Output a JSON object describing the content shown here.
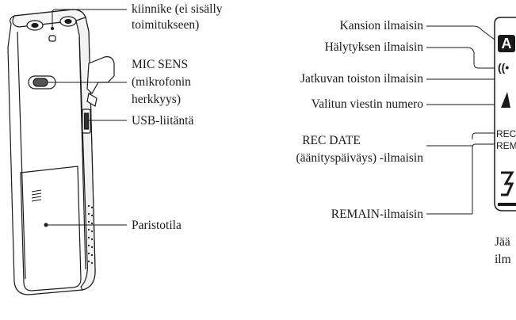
{
  "left_labels": {
    "clip_line1": "kiinnike (ei sisälly",
    "clip_line2": "toimitukseen)",
    "mic_line1": "MIC SENS",
    "mic_line2": "(mikrofonin",
    "mic_line3": "herkkyys)",
    "usb": "USB-liitäntä",
    "battery": "Paristotila"
  },
  "right_labels": {
    "folder": "Kansion ilmaisin",
    "alarm": "Hälytyksen ilmaisin",
    "repeat": "Jatkuvan toiston ilmaisin",
    "message_number": "Valitun viestin numero",
    "rec_date_line1": "REC DATE",
    "rec_date_line2": "(äänityspäiväys) -ilmaisin",
    "remain": "REMAIN-ilmaisin"
  },
  "display": {
    "folder_letter": "A",
    "alarm_symbol": "((•",
    "rec_fragment": "REC",
    "rem_fragment": "REM"
  },
  "cropped_text": {
    "line1": "Jää",
    "line2": "ilm"
  }
}
